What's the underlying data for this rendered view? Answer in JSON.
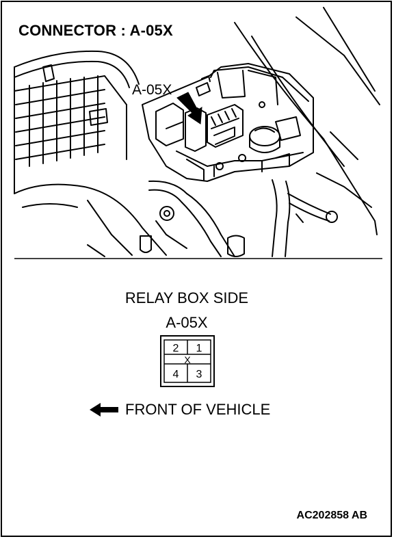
{
  "title": "CONNECTOR : A-05X",
  "illustration": {
    "callout_label": "A-05X",
    "subject": "engine compartment relay box"
  },
  "connector_view": {
    "side_label": "RELAY BOX SIDE",
    "connector_label": "A-05X",
    "pins": {
      "top_left": "2",
      "top_right": "1",
      "middle_mark": "X",
      "bottom_left": "4",
      "bottom_right": "3"
    }
  },
  "direction": {
    "label": "FRONT OF VEHICLE",
    "arrow_icon": "left-arrow-icon"
  },
  "figure_code": "AC202858 AB"
}
